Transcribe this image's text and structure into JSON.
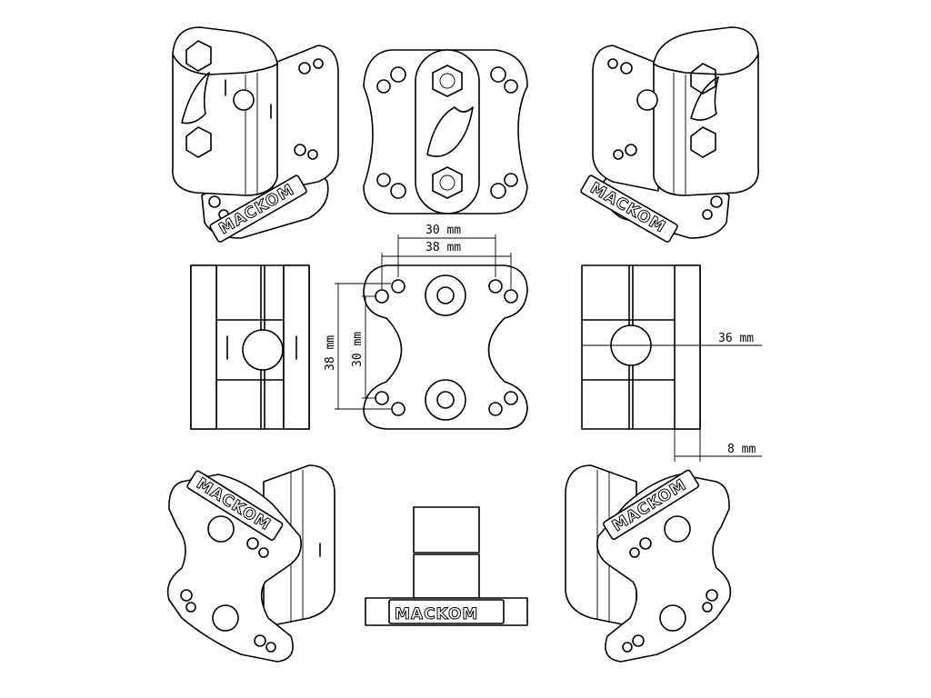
{
  "brand": "MACKOM",
  "dimensions": {
    "outer_hole_spacing": "30 mm",
    "inner_hole_spacing": "38 mm",
    "vertical_outer": "38 mm",
    "vertical_inner": "30 mm",
    "bore_width": "36 mm",
    "flange_thickness": "8 mm"
  }
}
